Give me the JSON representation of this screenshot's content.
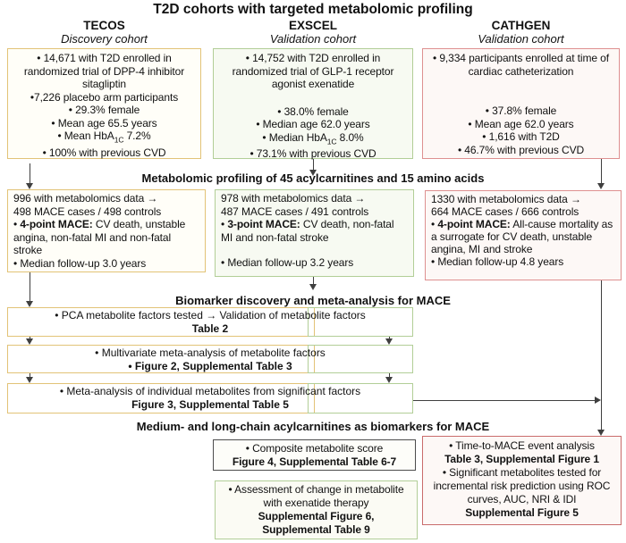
{
  "title": "T2D cohorts with targeted metabolomic profiling",
  "colors": {
    "tecos_border": "#e2c377",
    "exscel_border": "#b2ce97",
    "cathgen_border": "#de9090",
    "accent_red": "#c96c6c",
    "dark_border": "#4d4d4d",
    "line_color": "#3f3f3f",
    "tecos_fill": "#fffef8",
    "exscel_fill": "#f7faf2",
    "cathgen_fill": "#fdf8f6"
  },
  "columns": [
    {
      "name": "TECOS",
      "subtitle": "Discovery cohort",
      "box1": {
        "intro": "• 14,671 with T2D enrolled in randomized trial of DPP-4 inhibitor sitagliptin",
        "placebo": "•7,226 placebo arm participants",
        "female": "• 29.3% female",
        "age": "• Mean age 65.5 years",
        "hba1c_pre": "• Mean HbA",
        "hba1c_sub": "1C",
        "hba1c_post": " 7.2%",
        "cvd": "• 100% with previous CVD"
      },
      "box2": {
        "line1": "996 with metabolomics data →",
        "line2": "498 MACE cases / 498 controls",
        "mace_pre": "• ",
        "mace_bold": "4-point MACE:",
        "mace_rest": " CV death, unstable angina, non-fatal MI and non-fatal stroke",
        "followup": "• Median follow-up 3.0 years"
      }
    },
    {
      "name": "EXSCEL",
      "subtitle": "Validation cohort",
      "box1": {
        "intro": "• 14,752 with T2D enrolled in randomized trial of GLP-1 receptor agonist exenatide",
        "female": "• 38.0% female",
        "age": "• Median age 62.0 years",
        "hba1c_pre": "• Median HbA",
        "hba1c_sub": "1C",
        "hba1c_post": " 8.0%",
        "cvd": "• 73.1% with previous CVD"
      },
      "box2": {
        "line1": "978 with metabolomics data →",
        "line2": "487 MACE cases / 491 controls",
        "mace_pre": "• ",
        "mace_bold": "3-point MACE:",
        "mace_rest": " CV death, non-fatal MI and non-fatal stroke",
        "followup": "• Median follow-up 3.2 years"
      }
    },
    {
      "name": "CATHGEN",
      "subtitle": "Validation cohort",
      "box1": {
        "intro": "• 9,334 participants enrolled at time of cardiac catheterization",
        "female": "• 37.8% female",
        "age": "• Mean age 62.0 years",
        "t2d": "• 1,616 with T2D",
        "cvd": "• 46.7% with previous CVD"
      },
      "box2": {
        "line1": "1330 with metabolomics data →",
        "line2": "664 MACE cases / 666 controls",
        "mace_pre": "• ",
        "mace_bold": "4-point MACE:",
        "mace_rest": " All-cause mortality as a surrogate for CV death, unstable angina, MI and stroke",
        "followup": "• Median follow-up 4.8 years"
      }
    }
  ],
  "bands": {
    "profiling": "Metabolomic profiling of 45 acylcarnitines and 15 amino acids",
    "biomarker": "Biomarker discovery and meta-analysis for MACE",
    "acylcarnitines": "Medium- and long-chain acylcarnitines as biomarkers for MACE"
  },
  "meta_boxes": [
    {
      "line1": "• PCA metabolite factors tested → Validation of metabolite factors",
      "line2": "Table 2"
    },
    {
      "line1": "• Multivariate meta-analysis of metabolite factors",
      "line2": "• Figure 2, Supplemental Table 3"
    },
    {
      "line1": "• Meta-analysis of individual metabolites from significant factors",
      "line2": "Figure 3, Supplemental Table 5"
    }
  ],
  "bottom_boxes": {
    "composite": {
      "line1": "• Composite metabolite score",
      "line2": "Figure 4, Supplemental Table 6-7"
    },
    "assessment": {
      "line1": "• Assessment of change in metabolite with exenatide therapy",
      "line2": "Supplemental Figure 6,",
      "line3": "Supplemental Table 9"
    },
    "time_to_mace": {
      "line1": "• Time-to-MACE event analysis",
      "line2": "Table 3, Supplemental Figure 1",
      "line3": "• Significant metabolites tested for incremental risk prediction using ROC curves, AUC, NRI & IDI",
      "line4": "Supplemental Figure 5"
    }
  }
}
